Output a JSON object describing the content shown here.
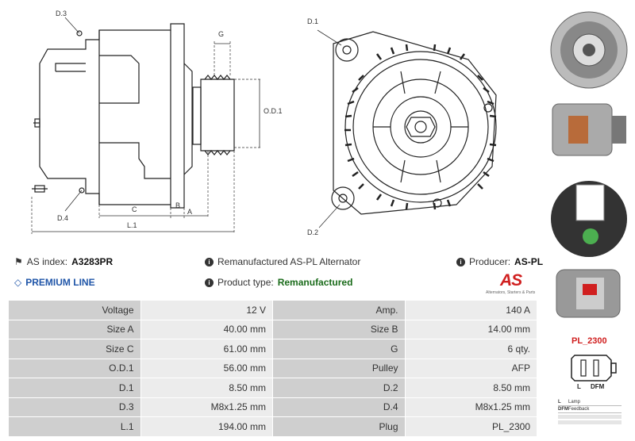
{
  "drawing": {
    "labels": {
      "d3": "D.3",
      "g": "G",
      "od1": "O.D.1",
      "d4": "D.4",
      "c": "C",
      "b": "B",
      "a": "A",
      "l1": "L.1",
      "d1": "D.1",
      "d2": "D.2"
    }
  },
  "info": {
    "as_index_label": "AS index:",
    "as_index_value": "A3283PR",
    "premium_line": "PREMIUM LINE",
    "description": "Remanufactured AS-PL Alternator",
    "product_type_label": "Product type:",
    "product_type_value": "Remanufactured",
    "producer_label": "Producer:",
    "producer_value": "AS-PL"
  },
  "logo": {
    "mark": "AS",
    "tagline": "Alternators, Starters & Parts"
  },
  "specs": [
    [
      "Voltage",
      "12 V",
      "Amp.",
      "140 A"
    ],
    [
      "Size A",
      "40.00 mm",
      "Size B",
      "14.00 mm"
    ],
    [
      "Size C",
      "61.00 mm",
      "G",
      "6 qty."
    ],
    [
      "O.D.1",
      "56.00 mm",
      "Pulley",
      "AFP"
    ],
    [
      "D.1",
      "8.50 mm",
      "D.2",
      "8.50 mm"
    ],
    [
      "D.3",
      "M8x1.25 mm",
      "D.4",
      "M8x1.25 mm"
    ],
    [
      "L.1",
      "194.00 mm",
      "Plug",
      "PL_2300"
    ]
  ],
  "plug": {
    "code": "PL_2300",
    "pins": [
      "L",
      "DFM"
    ],
    "legend": [
      [
        "L",
        "Lamp"
      ],
      [
        "DFM",
        "Feedback"
      ]
    ]
  },
  "colors": {
    "accent_red": "#d01f1f",
    "premium_blue": "#1f55a8",
    "product_green": "#1a6b1a"
  }
}
